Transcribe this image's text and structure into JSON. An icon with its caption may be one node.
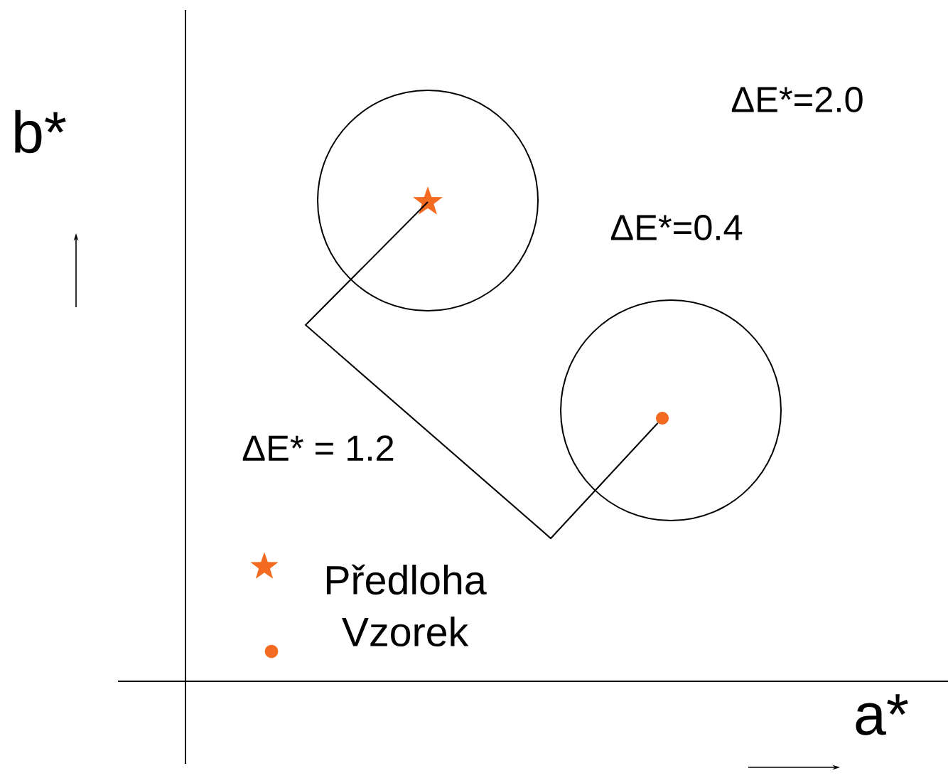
{
  "diagram": {
    "nodes": [
      {
        "text": [],
        "shape": "circle"
      },
      {
        "text": [],
        "shape": "star",
        "in": 0
      },
      {
        "text": [],
        "shape": "circle"
      },
      {
        "text": [],
        "shape": "circle",
        "in": 2
      }
    ],
    "edges": [
      {
        "from": 1,
        "to": 3,
        "arrow": "none",
        "label": "ΔE* = 1.2"
      }
    ],
    "labels": [
      "b*",
      "ΔE*=2.0",
      "ΔE*=0.4",
      "a*"
    ],
    "legend": [
      {
        "text": "Předloha"
      },
      {
        "text": "Vzorek"
      }
    ]
  }
}
